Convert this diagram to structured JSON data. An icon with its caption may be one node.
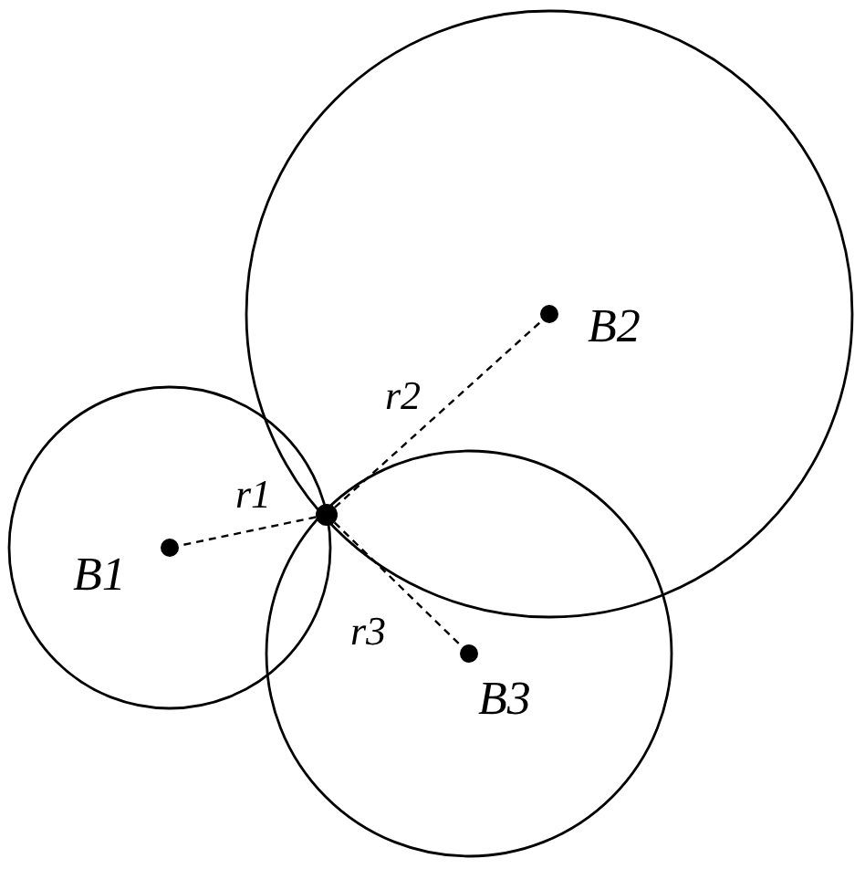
{
  "diagram": {
    "nodes": [
      {
        "text": [],
        "shape": "circle",
        "beside": [
          "B1"
        ]
      },
      {
        "text": [],
        "shape": "circle"
      },
      {
        "text": [],
        "shape": "circle",
        "beside": [
          "B3"
        ]
      },
      {
        "text": [],
        "shape": "circle",
        "beside": [
          "B2"
        ]
      }
    ],
    "edges": [
      {
        "from": 1,
        "to": 0,
        "arrow": "none",
        "label": "r1",
        "style": "dashed"
      },
      {
        "from": 1,
        "to": 3,
        "arrow": "none",
        "label": "r2",
        "style": "dashed"
      },
      {
        "from": 1,
        "to": 2,
        "arrow": "none",
        "label": "r3",
        "style": "dashed"
      }
    ]
  }
}
